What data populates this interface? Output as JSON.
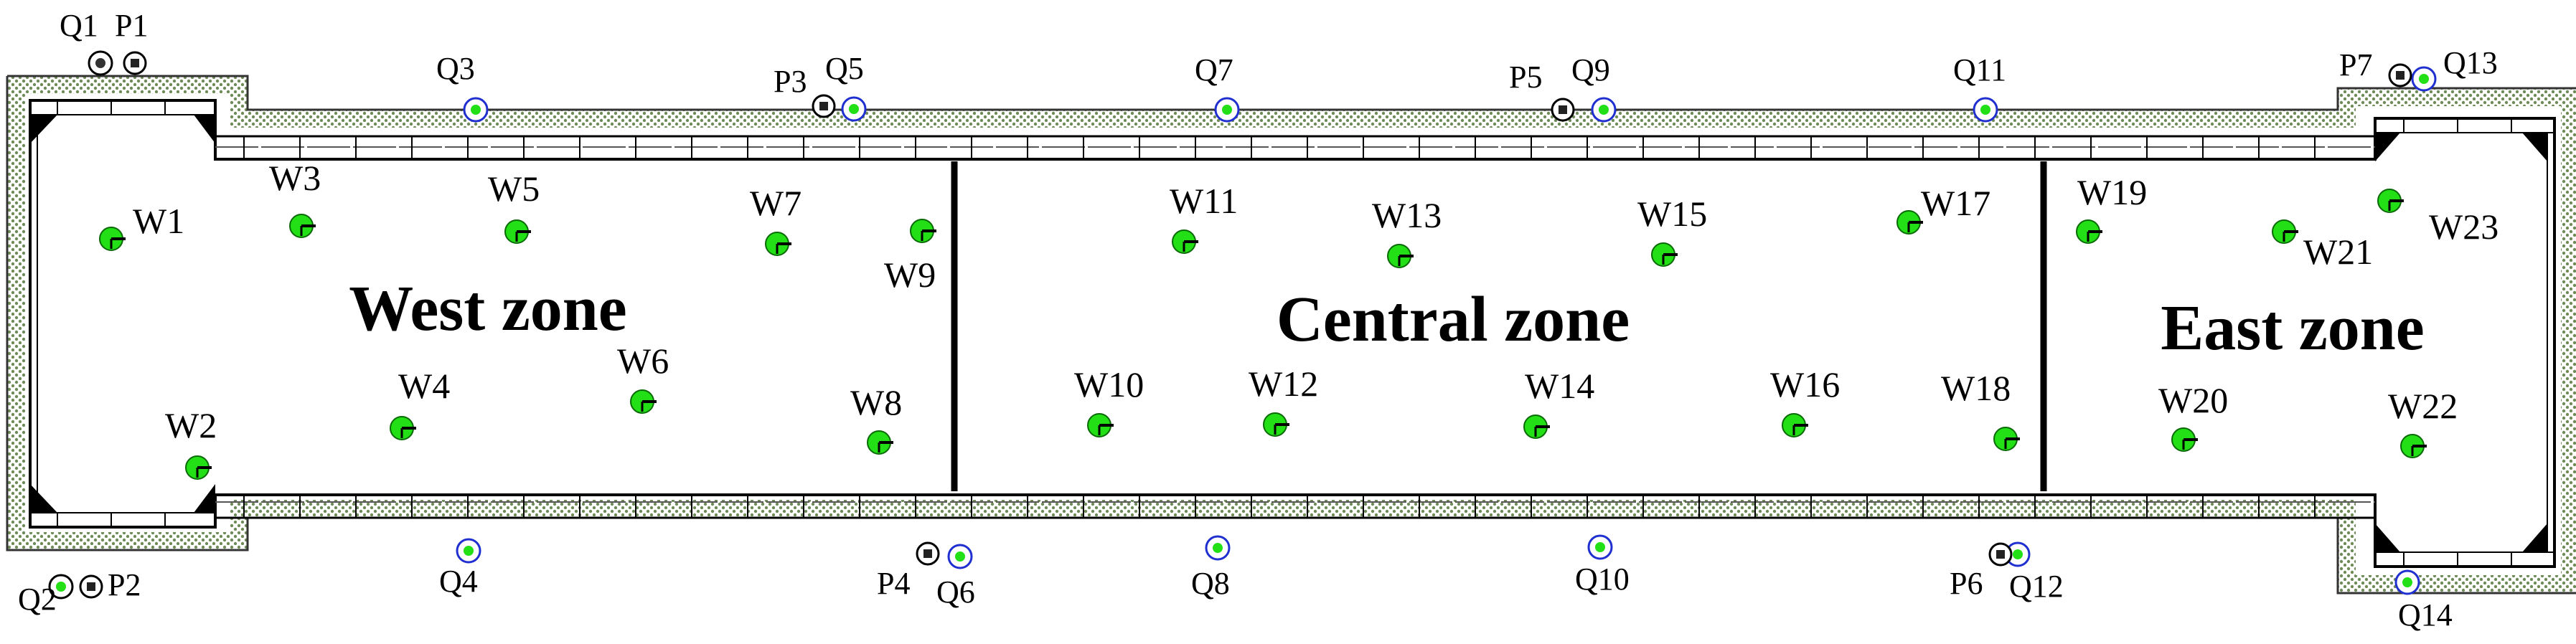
{
  "zones": {
    "west": "West zone",
    "central": "Central zone",
    "east": "East zone"
  },
  "wells": [
    "W1",
    "W2",
    "W3",
    "W4",
    "W5",
    "W6",
    "W7",
    "W8",
    "W9",
    "W10",
    "W11",
    "W12",
    "W13",
    "W14",
    "W15",
    "W16",
    "W17",
    "W18",
    "W19",
    "W20",
    "W21",
    "W22",
    "W23"
  ],
  "q_points": [
    "Q1",
    "Q2",
    "Q3",
    "Q4",
    "Q5",
    "Q6",
    "Q7",
    "Q8",
    "Q9",
    "Q10",
    "Q11",
    "Q12",
    "Q13",
    "Q14"
  ],
  "p_points": [
    "P1",
    "P2",
    "P3",
    "P4",
    "P5",
    "P6",
    "P7"
  ],
  "colors": {
    "well_fill": "#22e015",
    "q_ring": "#1f2fd0",
    "p_ring": "#000000",
    "wall": "#7e9a64",
    "line": "#000000"
  }
}
